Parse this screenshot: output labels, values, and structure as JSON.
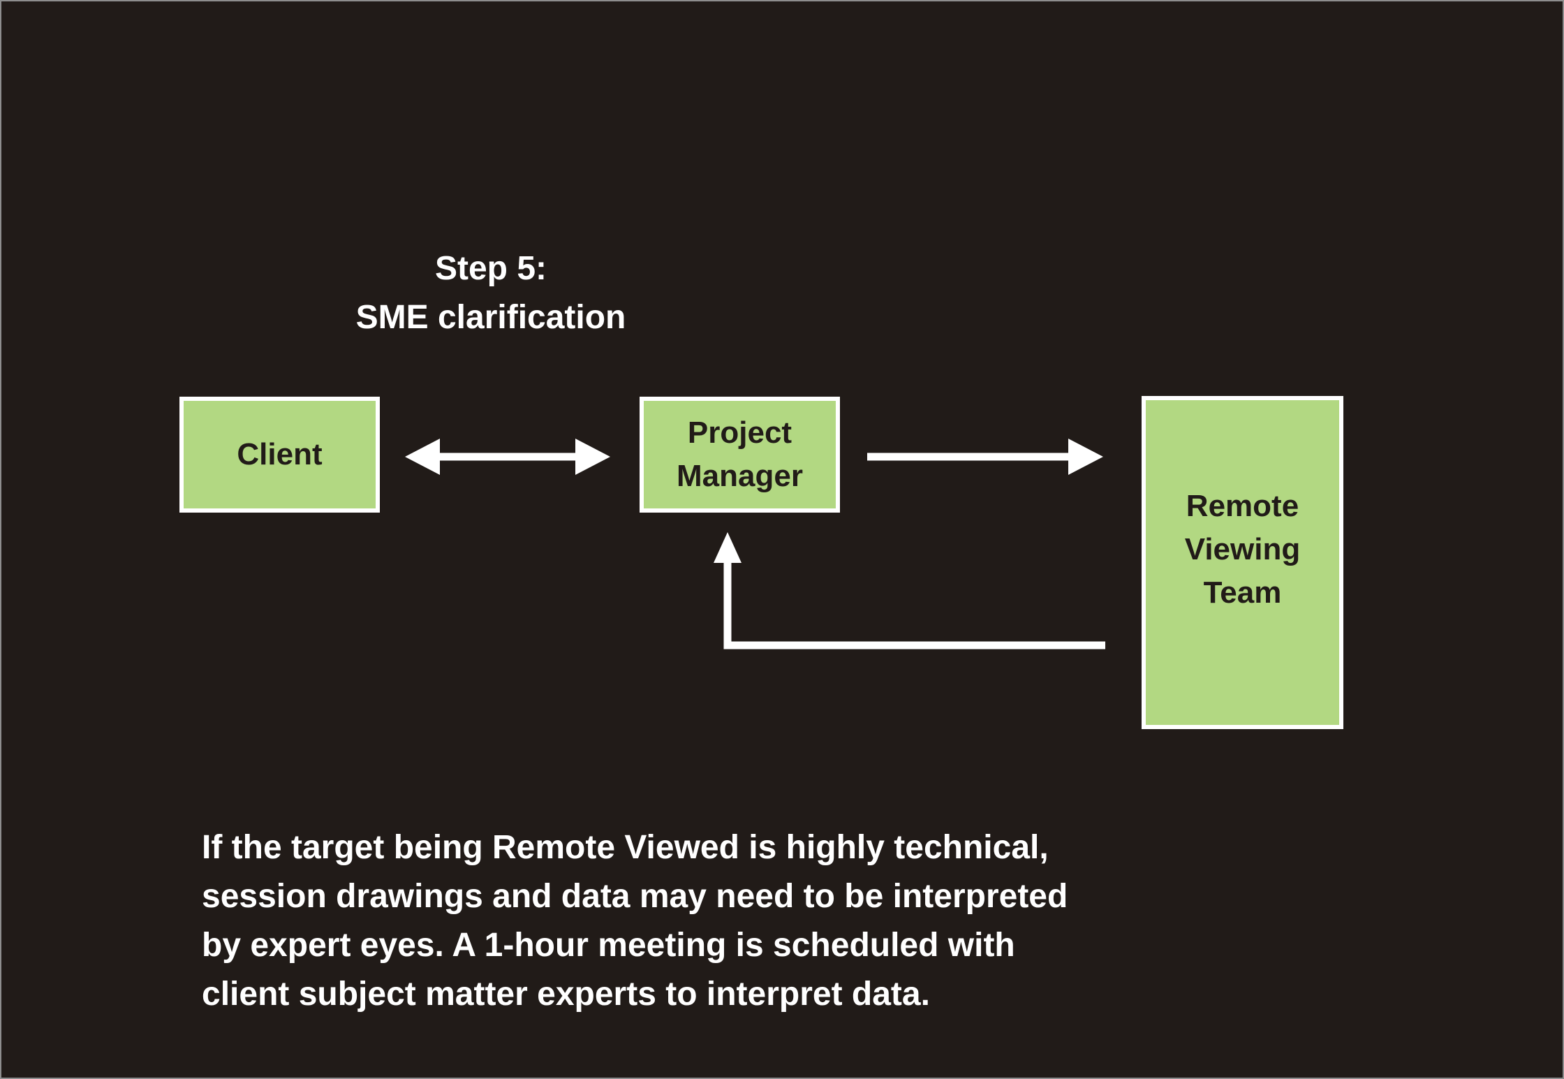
{
  "slide": {
    "title": "Step 5:\nSME clarification",
    "description": "If the target being Remote Viewed is highly technical,\nsession drawings and data may need to be interpreted\nby expert eyes. A 1-hour meeting is scheduled with\nclient subject matter experts to interpret data."
  },
  "nodes": {
    "client": "Client",
    "project_manager": "Project\nManager",
    "remote_viewing_team": "Remote\nViewing\nTeam"
  },
  "colors": {
    "background": "#211b18",
    "frame_border": "#8e8e8e",
    "node_fill": "#b2d882",
    "node_border": "#ffffff",
    "node_text": "#211b18",
    "arrow": "#ffffff",
    "text": "#ffffff"
  }
}
